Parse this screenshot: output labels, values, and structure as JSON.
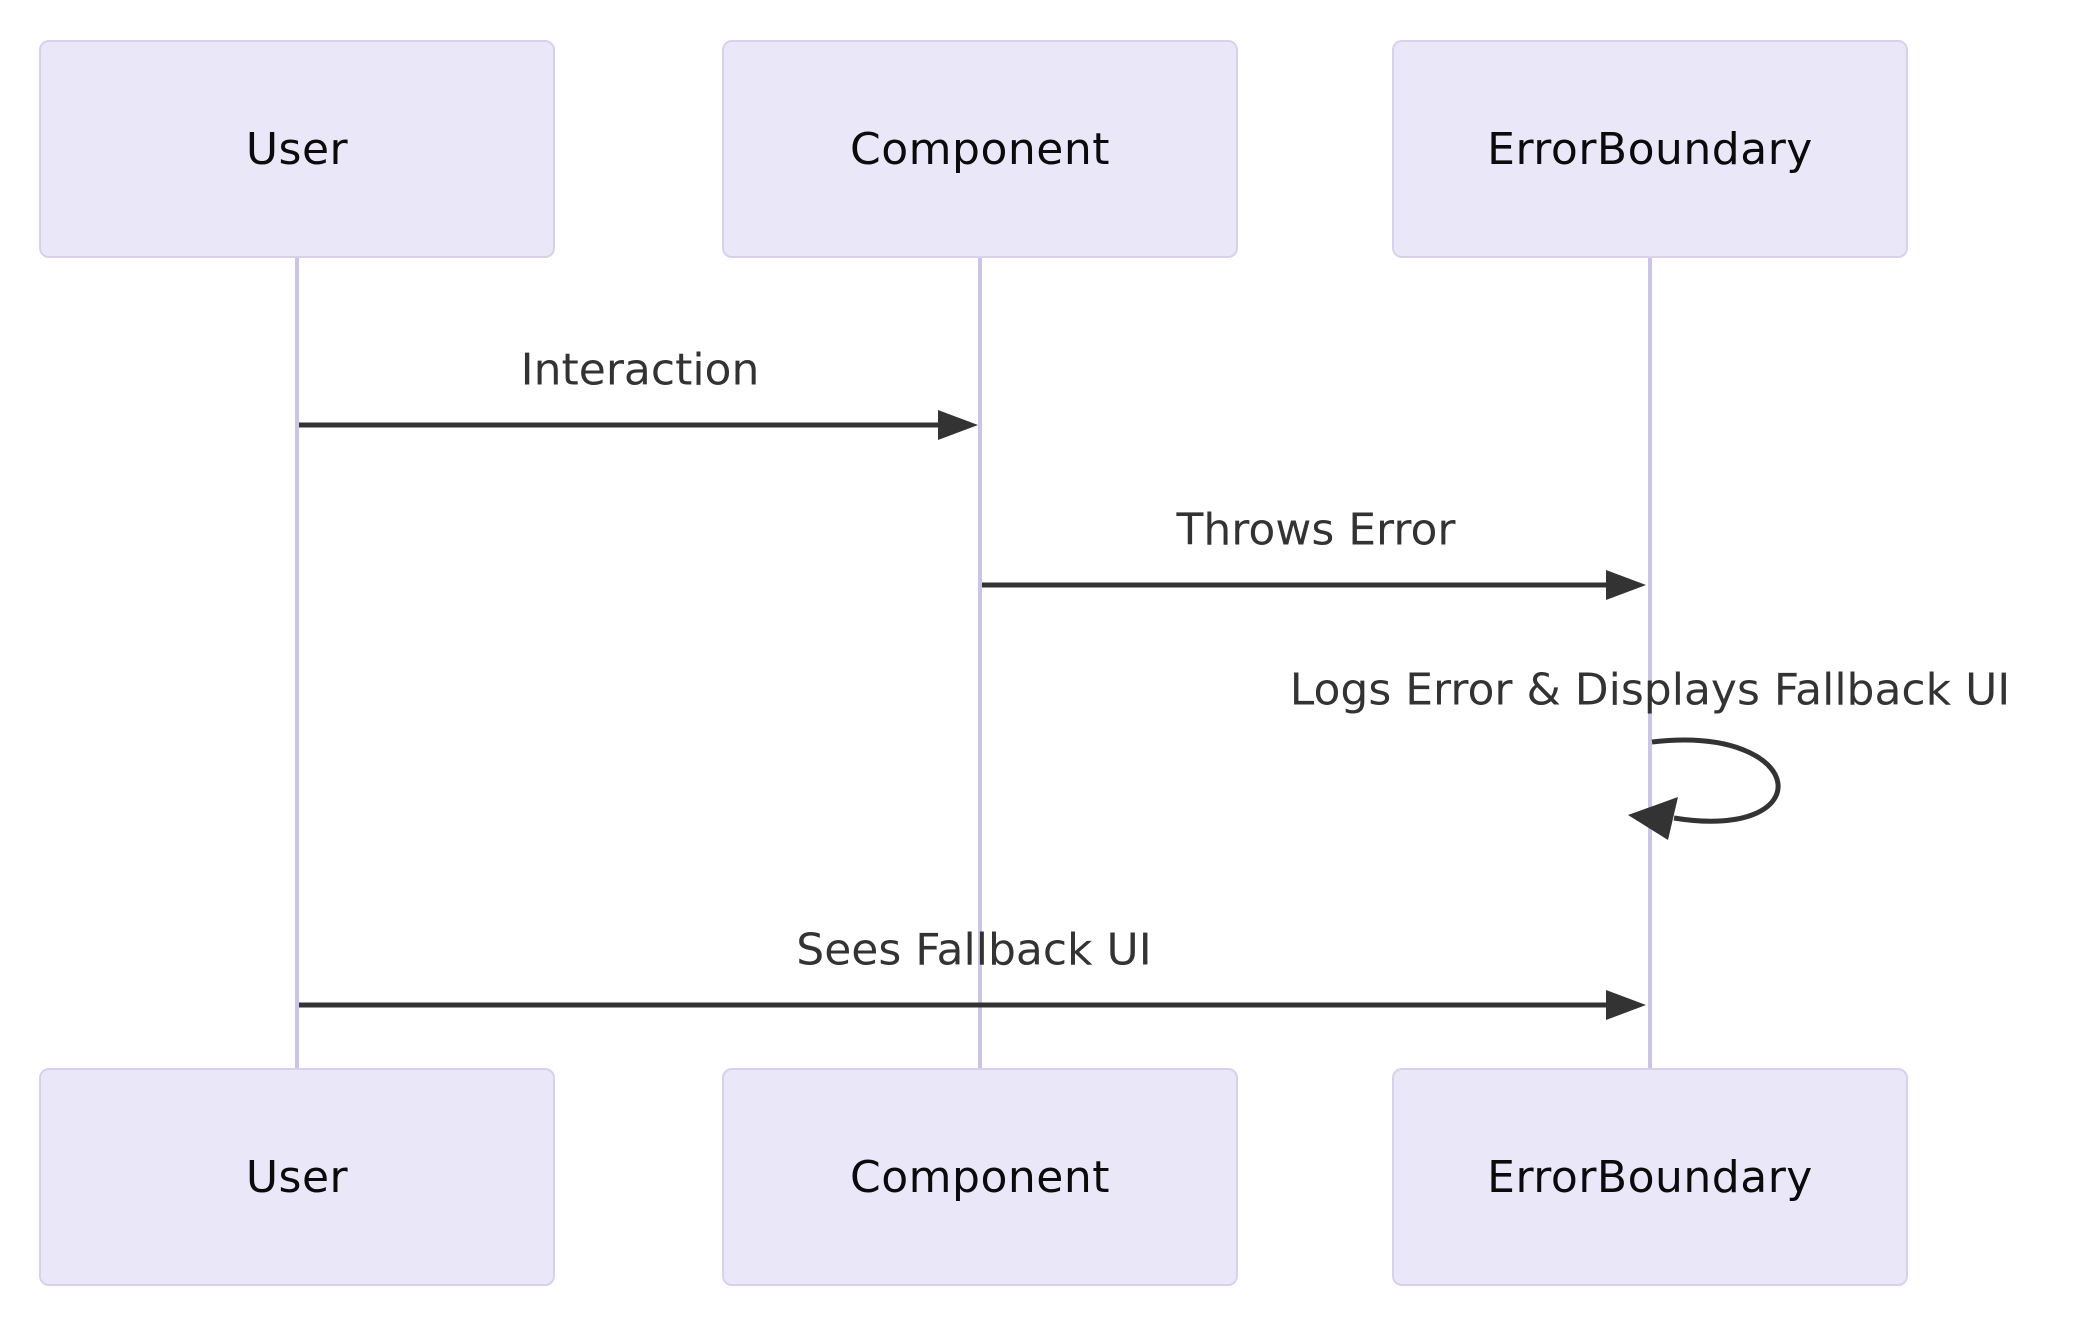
{
  "diagram": {
    "type": "sequence",
    "actors": [
      {
        "id": "user",
        "label": "User"
      },
      {
        "id": "component",
        "label": "Component"
      },
      {
        "id": "errorboundary",
        "label": "ErrorBoundary"
      }
    ],
    "messages": [
      {
        "from": "User",
        "to": "Component",
        "label": "Interaction",
        "kind": "solid-arrow"
      },
      {
        "from": "Component",
        "to": "ErrorBoundary",
        "label": "Throws Error",
        "kind": "solid-arrow"
      },
      {
        "from": "ErrorBoundary",
        "to": "ErrorBoundary",
        "label": "Logs Error & Displays Fallback UI",
        "kind": "self-arrow"
      },
      {
        "from": "User",
        "to": "ErrorBoundary",
        "label": "Sees Fallback UI",
        "kind": "solid-arrow"
      }
    ],
    "colors": {
      "background": "#ffffff",
      "actor_fill": "#eae8f8",
      "actor_border": "#d9d0ec",
      "actor_text": "#0b0b0b",
      "lifeline": "#cbc3e8",
      "message_line": "#333333",
      "message_text": "#333333"
    }
  }
}
